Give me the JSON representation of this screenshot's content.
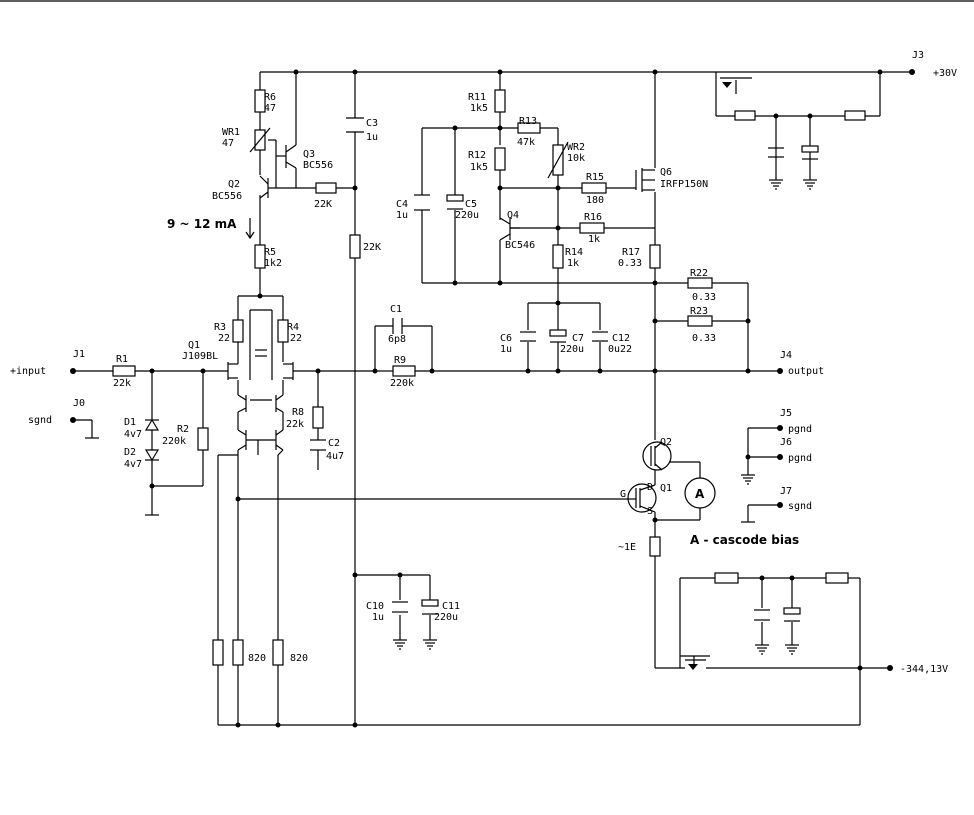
{
  "labels": {
    "j3": "J3",
    "v30": "+30V",
    "r6": "R6",
    "r6v": "47",
    "wr1": "WR1",
    "wr1v": "47",
    "q3": "Q3",
    "q3v": "BC556",
    "q2": "Q2",
    "q2v": "BC556",
    "r22k_a": "22K",
    "r22k_b": "22K",
    "c3": "C3",
    "c3v": "1u",
    "bias_current": "9 ~ 12 mA",
    "r5": "R5",
    "r5v": "1k2",
    "r3": "R3",
    "r3v": "22",
    "r4": "R4",
    "r4v": "22",
    "q1": "Q1",
    "q1v": "J109BL",
    "j1": "J1",
    "input": "+input",
    "r1": "R1",
    "r1v": "22k",
    "j0": "J0",
    "sgnd0": "sgnd",
    "d1": "D1",
    "d1v": "4v7",
    "d2": "D2",
    "d2v": "4v7",
    "r2": "R2",
    "r2v": "220k",
    "r8": "R8",
    "r8v": "22k",
    "c2": "C2",
    "c2v": "4u7",
    "c1": "C1",
    "c1v": "6p8",
    "r9": "R9",
    "r9v": "220k",
    "r11": "R11",
    "r11v": "1k5",
    "r13": "R13",
    "r13v": "47k",
    "wr2": "WR2",
    "wr2v": "10k",
    "r12": "R12",
    "r12v": "1k5",
    "r15": "R15",
    "r15v": "180",
    "q6": "Q6",
    "q6v": "IRFP150N",
    "c4": "C4",
    "c4v": "1u",
    "c5": "C5",
    "c5v": "220u",
    "q4": "Q4",
    "q4v": "BC546",
    "r16": "R16",
    "r16v": "1k",
    "r14": "R14",
    "r14v": "1k",
    "r17": "R17",
    "r17v": "0.33",
    "r22": "R22",
    "r22v": "0.33",
    "r23": "R23",
    "r23v": "0.33",
    "c6": "C6",
    "c6v": "1u",
    "c7": "C7",
    "c7v": "220u",
    "c12": "C12",
    "c12v": "0u22",
    "j4": "J4",
    "output": "output",
    "j5": "J5",
    "pgnd5": "pgnd",
    "j6": "J6",
    "pgnd6": "pgnd",
    "j7": "J7",
    "sgnd7": "sgnd",
    "q2b": "Q2",
    "q1b": "Q1",
    "ammeter": "A",
    "cascode": "A - cascode bias",
    "r1e": "~1E",
    "c10": "C10",
    "c10v": "1u",
    "c11": "C11",
    "c11v": "220u",
    "r820a": "820",
    "r820b": "820",
    "vneg": "-344,13V",
    "gate": "G",
    "drain": "D",
    "source": "S"
  }
}
